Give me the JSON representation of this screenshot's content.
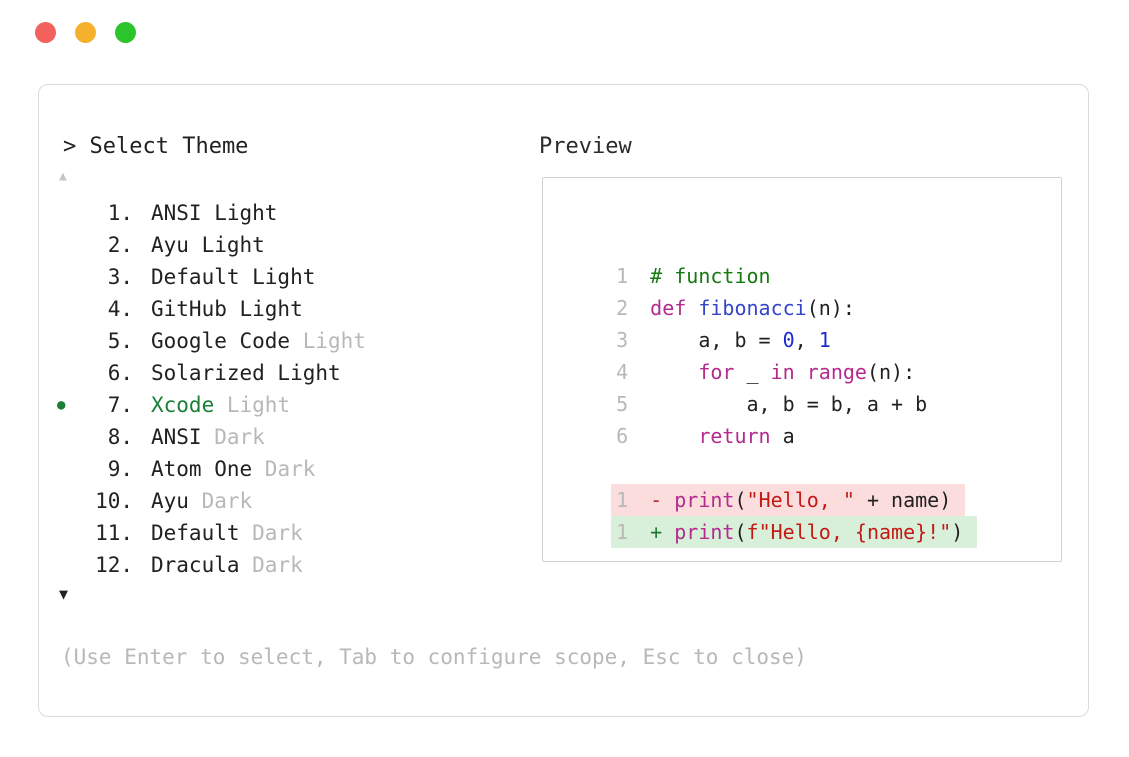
{
  "colors": {
    "text": "#212121",
    "dim": "#b8b8b8",
    "accent_green": "#1a7f37",
    "comment": "#15790f",
    "keyword": "#b42a8d",
    "function": "#3544c9",
    "number": "#1c2ad1",
    "string": "#c41a16",
    "diff_minus": "#b02a2a",
    "diff_plus": "#1f7a33",
    "diff_removed_bg": "#fbdddd",
    "diff_added_bg": "#d8efda",
    "traffic_red": "#f4625d",
    "traffic_yellow": "#f5b02e",
    "traffic_green": "#2bc52b"
  },
  "prompt": {
    "label": "> Select Theme"
  },
  "list": {
    "scroll_up": "▲",
    "scroll_down": "▼",
    "selected_bullet": "●",
    "items": [
      {
        "number": "1.",
        "name": "ANSI Light",
        "suffix": "",
        "selected": false
      },
      {
        "number": "2.",
        "name": "Ayu Light",
        "suffix": "",
        "selected": false
      },
      {
        "number": "3.",
        "name": "Default Light",
        "suffix": "",
        "selected": false
      },
      {
        "number": "4.",
        "name": "GitHub Light",
        "suffix": "",
        "selected": false
      },
      {
        "number": "5.",
        "name": "Google Code",
        "suffix": "Light",
        "selected": false
      },
      {
        "number": "6.",
        "name": "Solarized Light",
        "suffix": "",
        "selected": false
      },
      {
        "number": "7.",
        "name": "Xcode",
        "suffix": "Light",
        "selected": true
      },
      {
        "number": "8.",
        "name": "ANSI",
        "suffix": "Dark",
        "selected": false
      },
      {
        "number": "9.",
        "name": "Atom One",
        "suffix": "Dark",
        "selected": false
      },
      {
        "number": "10.",
        "name": "Ayu",
        "suffix": "Dark",
        "selected": false
      },
      {
        "number": "11.",
        "name": "Default",
        "suffix": "Dark",
        "selected": false
      },
      {
        "number": "12.",
        "name": "Dracula",
        "suffix": "Dark",
        "selected": false
      }
    ]
  },
  "help": {
    "text": "(Use Enter to select, Tab to configure scope, Esc to close)"
  },
  "preview": {
    "title": "Preview",
    "lines": [
      {
        "num": "1",
        "tokens": [
          {
            "t": "# function",
            "c": "comment"
          }
        ]
      },
      {
        "num": "2",
        "tokens": [
          {
            "t": "def",
            "c": "keyword"
          },
          {
            "t": " ",
            "c": "text"
          },
          {
            "t": "fibonacci",
            "c": "function"
          },
          {
            "t": "(n):",
            "c": "text"
          }
        ]
      },
      {
        "num": "3",
        "tokens": [
          {
            "t": "    a, b = ",
            "c": "text"
          },
          {
            "t": "0",
            "c": "number"
          },
          {
            "t": ", ",
            "c": "text"
          },
          {
            "t": "1",
            "c": "number"
          }
        ]
      },
      {
        "num": "4",
        "tokens": [
          {
            "t": "    ",
            "c": "text"
          },
          {
            "t": "for",
            "c": "keyword"
          },
          {
            "t": " _ ",
            "c": "text"
          },
          {
            "t": "in",
            "c": "keyword"
          },
          {
            "t": " ",
            "c": "text"
          },
          {
            "t": "range",
            "c": "keyword"
          },
          {
            "t": "(n):",
            "c": "text"
          }
        ]
      },
      {
        "num": "5",
        "tokens": [
          {
            "t": "        a, b = b, a + b",
            "c": "text"
          }
        ]
      },
      {
        "num": "6",
        "tokens": [
          {
            "t": "    ",
            "c": "text"
          },
          {
            "t": "return",
            "c": "keyword"
          },
          {
            "t": " a",
            "c": "text"
          }
        ]
      },
      {
        "num": "",
        "tokens": []
      },
      {
        "num": "1",
        "bg": "removed",
        "tokens": [
          {
            "t": "- ",
            "c": "diff_minus"
          },
          {
            "t": "print",
            "c": "keyword"
          },
          {
            "t": "(",
            "c": "text"
          },
          {
            "t": "\"Hello, \"",
            "c": "string"
          },
          {
            "t": " + name)",
            "c": "text"
          }
        ]
      },
      {
        "num": "1",
        "bg": "added",
        "tokens": [
          {
            "t": "+ ",
            "c": "diff_plus"
          },
          {
            "t": "print",
            "c": "keyword"
          },
          {
            "t": "(",
            "c": "text"
          },
          {
            "t": "f\"Hello, {name}!\"",
            "c": "string"
          },
          {
            "t": ")",
            "c": "text"
          }
        ]
      }
    ]
  }
}
